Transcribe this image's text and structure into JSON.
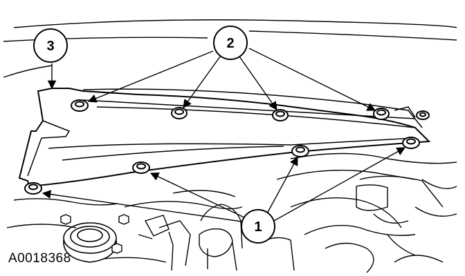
{
  "figure": {
    "id": "A0018368",
    "callouts": [
      {
        "label": "1"
      },
      {
        "label": "2"
      },
      {
        "label": "3"
      }
    ]
  }
}
